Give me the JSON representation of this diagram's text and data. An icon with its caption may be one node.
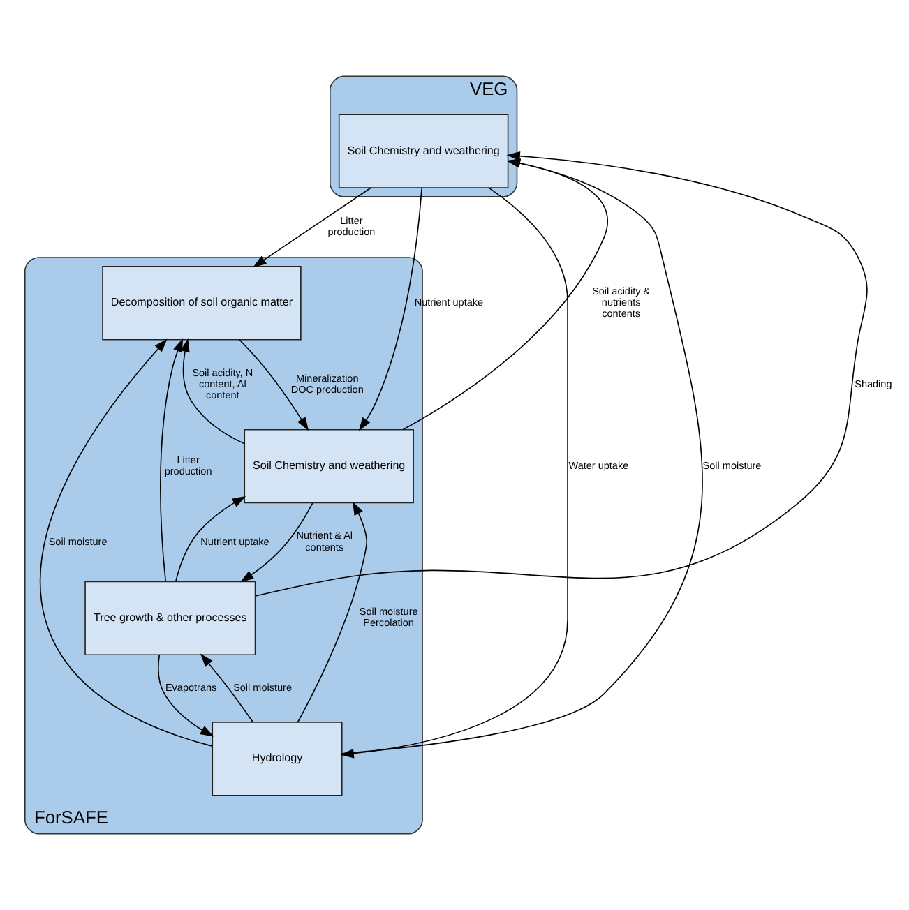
{
  "diagram": {
    "nodes": [
      {
        "text": [
          "VEG"
        ]
      },
      {
        "text": [
          "Soil Chemistry and weathering"
        ],
        "in": 0
      },
      {
        "text": [
          "ForSAFE"
        ]
      },
      {
        "text": [
          "Decomposition of soil organic matter"
        ],
        "in": 2
      },
      {
        "text": [
          "Soil Chemistry and weathering"
        ],
        "in": 2
      },
      {
        "text": [
          "Hydrology"
        ],
        "in": 2
      },
      {
        "text": [
          "Tree growth & other processes"
        ],
        "in": 2
      }
    ],
    "edges": [
      {
        "from": 1,
        "to": 3,
        "arrow": "to",
        "label": "Litter production"
      },
      {
        "from": 5,
        "to": 1,
        "arrow": "to",
        "label": "Soil moisture"
      },
      {
        "from": 1,
        "to": 5,
        "arrow": "to",
        "label": "Water uptake"
      },
      {
        "from": 1,
        "to": 4,
        "arrow": "to",
        "label": "Nutrient uptake"
      },
      {
        "from": 4,
        "to": 1,
        "arrow": "to",
        "label": "Soil acidity & nutrients contents"
      },
      {
        "from": 6,
        "to": 1,
        "arrow": "to",
        "label": "Shading"
      },
      {
        "from": 3,
        "to": 4,
        "arrow": "to",
        "label": "Mineralization DOC production"
      },
      {
        "from": 4,
        "to": 3,
        "arrow": "to",
        "label": "Soil acidity, N content, Al content"
      },
      {
        "from": 5,
        "to": 3,
        "arrow": "to",
        "label": "Soil moisture"
      },
      {
        "from": 5,
        "to": 4,
        "arrow": "to",
        "label": "Soil moisture Percolation"
      },
      {
        "from": 6,
        "to": 5,
        "arrow": "to",
        "label": "Evapotrans"
      },
      {
        "from": 5,
        "to": 6,
        "arrow": "to",
        "label": "Soil moisture"
      },
      {
        "from": 6,
        "to": 4,
        "arrow": "to",
        "label": "Nutrient uptake"
      },
      {
        "from": 4,
        "to": 6,
        "arrow": "to",
        "label": "Nutrient & Al contents"
      },
      {
        "from": 6,
        "to": 3,
        "arrow": "to",
        "label": "Litter production"
      }
    ]
  }
}
